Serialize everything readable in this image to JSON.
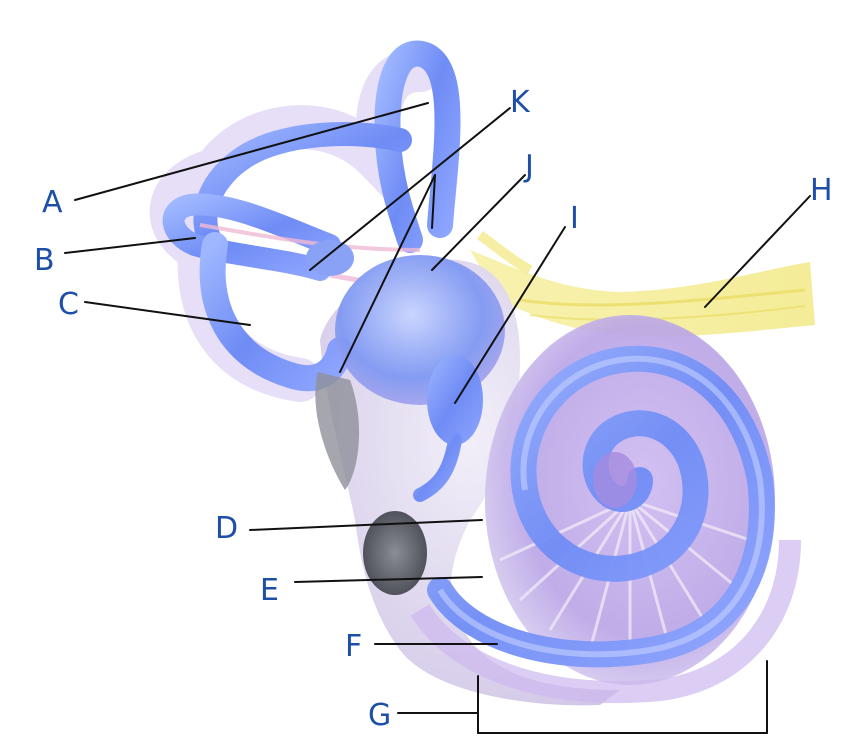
{
  "labels": {
    "a": "A",
    "b": "B",
    "c": "C",
    "d": "D",
    "e": "E",
    "f": "F",
    "g": "G",
    "h": "H",
    "i": "I",
    "j": "J",
    "k": "K"
  },
  "colors": {
    "label_text": "#1d4fa8",
    "leader_line": "#111111",
    "canal_blue": "#6f8cf5",
    "canal_purple": "#c8b6ec",
    "nerve_yellow": "#f3ea8c",
    "window_gray": "#6d6f7a"
  }
}
